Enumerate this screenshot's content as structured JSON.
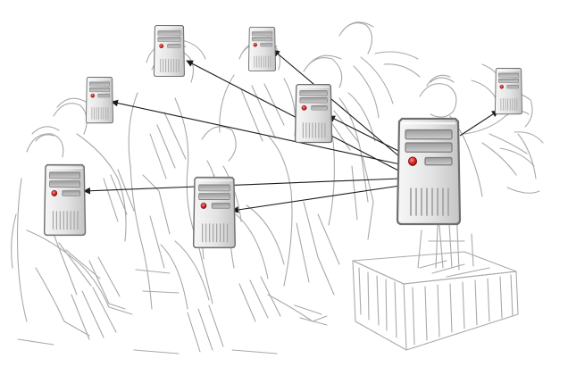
{
  "diagram": {
    "kind": "network-distribution",
    "sender": {
      "icon": "server-icon",
      "role": "central-server"
    },
    "receivers": [
      {
        "icon": "server-icon"
      },
      {
        "icon": "server-icon"
      },
      {
        "icon": "server-icon"
      },
      {
        "icon": "server-icon"
      },
      {
        "icon": "server-icon"
      },
      {
        "icon": "server-icon"
      },
      {
        "icon": "server-icon"
      }
    ],
    "connection": {
      "style": "arrow",
      "direction": "from-central-to-each"
    },
    "background": "pencil-sketch-of-audience-and-speaker-on-stage"
  },
  "colors": {
    "sketch_stroke": "#a9a9a9",
    "arrow": "#1a1a1a",
    "server_body": "#e4e4e4",
    "server_outline": "#6f6f6f",
    "power_led": "#cc1d1d"
  }
}
